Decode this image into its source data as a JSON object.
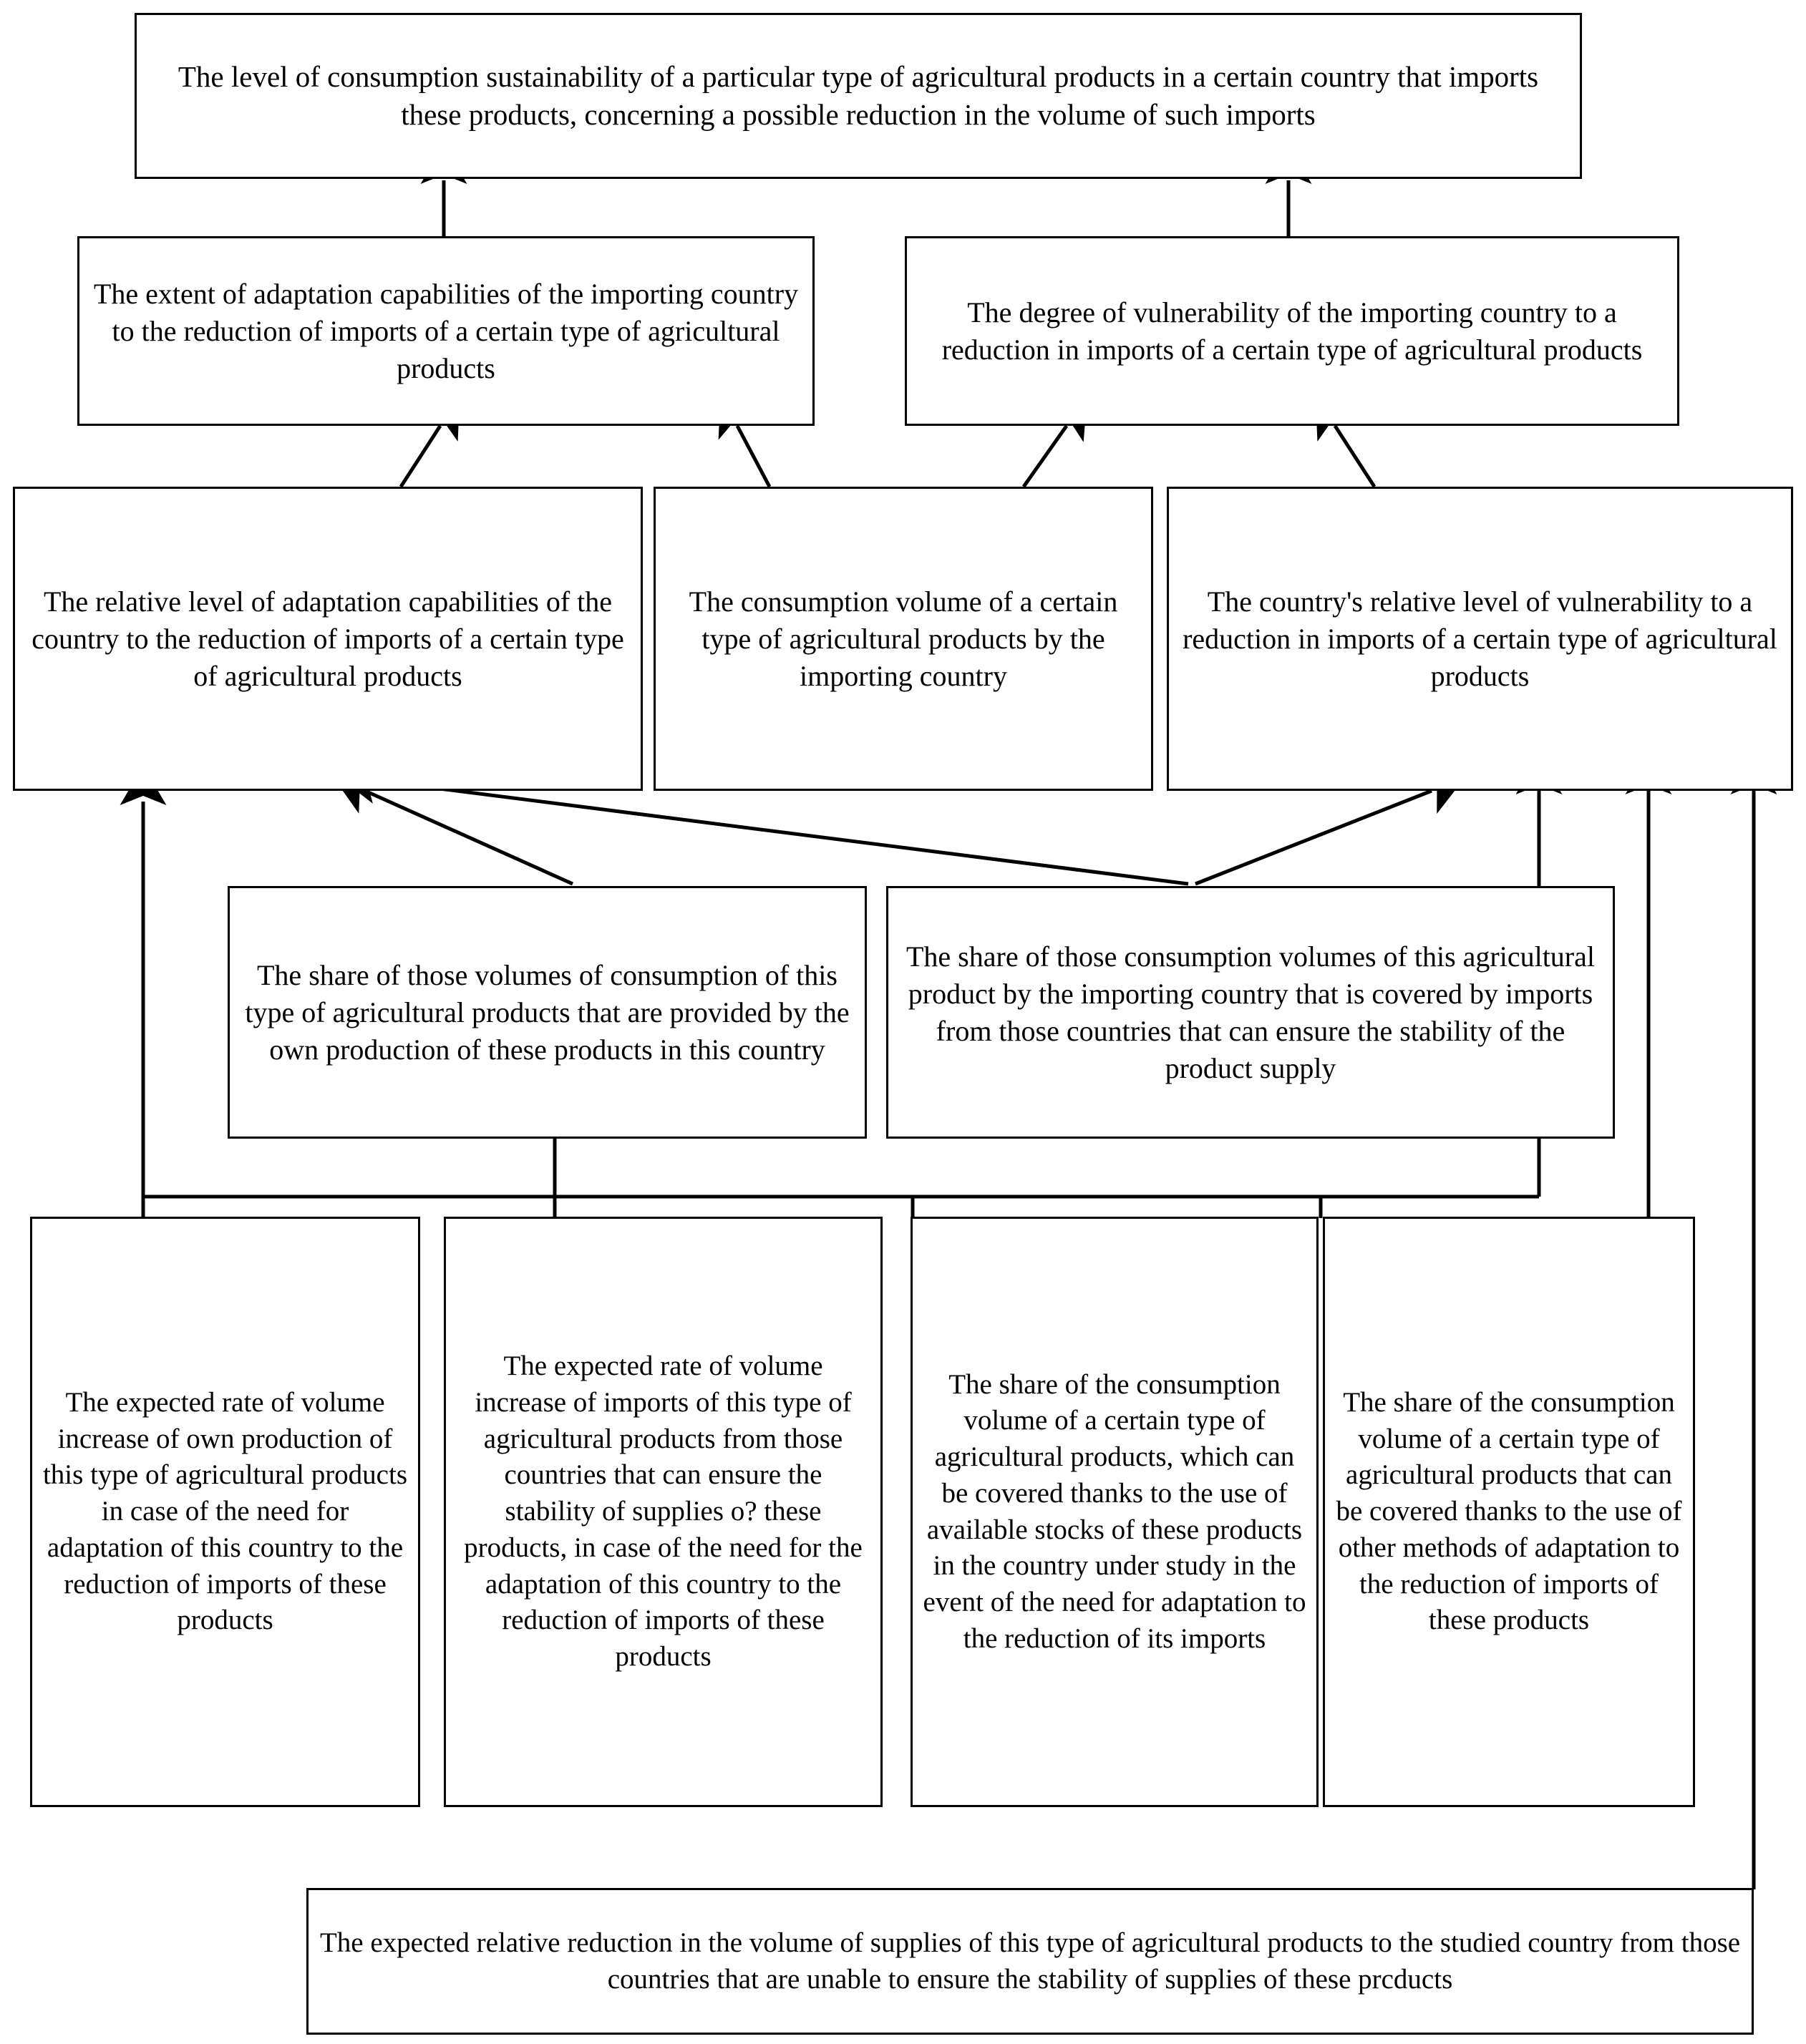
{
  "diagram": {
    "title_node": {
      "id": "root",
      "text": "The level of consumption sustainability of a particular type of agricultural products in a certain country that imports these products, concerning a possible reduction in the volume of such imports"
    },
    "level2": [
      {
        "id": "adaptation-extent",
        "text": "The extent of adaptation capabilities of the importing country to the reduction of imports of a certain type of agricultural products"
      },
      {
        "id": "vulnerability-degree",
        "text": "The degree of vulnerability of the importing country to a reduction in imports of a certain type of agricultural products"
      }
    ],
    "level3": [
      {
        "id": "relative-adaptation-level",
        "text": "The relative level of adaptation capabilities of the country to the reduction of imports of a certain type of agricultural products"
      },
      {
        "id": "consumption-volume",
        "text": "The consumption volume of a certain type of agricultural products by the importing country"
      },
      {
        "id": "relative-vulnerability-level",
        "text": "The country's relative level of vulnerability to a reduction in imports of a certain type of agricultural products"
      }
    ],
    "level4": [
      {
        "id": "share-own-production",
        "text": "The share of those volumes of consumption of this type of agricultural products that are provided by the own production of these products in this country"
      },
      {
        "id": "share-stable-imports",
        "text": "The share of those consumption volumes of this agricultural product by the importing country that is covered by imports from those countries that can ensure the stability of the product supply"
      }
    ],
    "level5": [
      {
        "id": "rate-own-production-increase",
        "text": "The expected rate of volume increase of own production of this type of agricultural products in case of the need for adaptation of this country to the reduction of imports of these products"
      },
      {
        "id": "rate-import-increase-stable",
        "text": "The expected rate of volume increase of imports of this type of agricultural products from those countries that can ensure the stability of supplies o? these products, in case of the need for the adaptation of this country to the reduction of imports of these products"
      },
      {
        "id": "share-covered-by-stocks",
        "text": "The share of the consumption volume of a certain type of agricultural products, which can be covered thanks to the use of available stocks of these products in the country under study in the event of the need for adaptation to the reduction of its imports"
      },
      {
        "id": "share-covered-other-methods",
        "text": "The share of the consumption volume of a certain type of agricultural products that can be covered thanks to the use of other methods of adaptation to the reduction of imports of these products"
      }
    ],
    "level6": [
      {
        "id": "expected-relative-reduction",
        "text": "The expected relative reduction in the volume of supplies of this type of agricultural products to the studied country from those countries that are unable to ensure the stability of supplies of these prcducts"
      }
    ],
    "colors": {
      "stroke": "#000000",
      "fill": "#ffffff",
      "text": "#000000"
    }
  }
}
